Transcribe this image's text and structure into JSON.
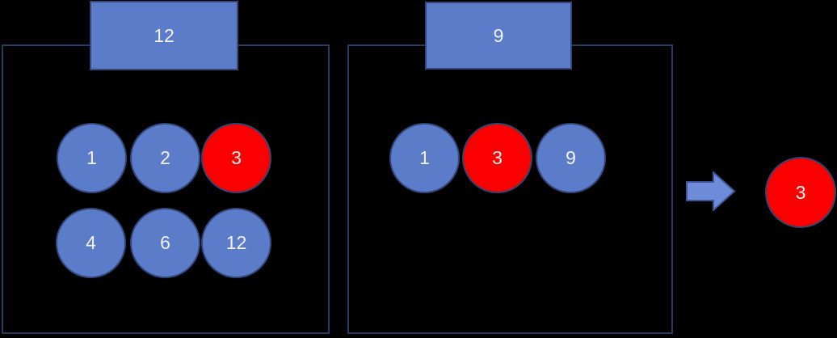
{
  "colors": {
    "canvas_bg": "#000000",
    "shape_fill": "#5B7CC9",
    "shape_border": "#35477D",
    "box_border": "#263C63",
    "highlight_fill": "#FB0000",
    "highlight_border": "#31456F",
    "arrow_fill": "#6E8BD9",
    "arrow_border": "#3F5493",
    "text_color": "#F2F2F2"
  },
  "left_set": {
    "label": "12",
    "circles": [
      {
        "value": "1",
        "color": "blue"
      },
      {
        "value": "2",
        "color": "blue"
      },
      {
        "value": "3",
        "color": "red"
      },
      {
        "value": "4",
        "color": "blue"
      },
      {
        "value": "6",
        "color": "blue"
      },
      {
        "value": "12",
        "color": "blue"
      }
    ]
  },
  "right_set": {
    "label": "9",
    "circles": [
      {
        "value": "1",
        "color": "blue"
      },
      {
        "value": "3",
        "color": "red"
      },
      {
        "value": "9",
        "color": "blue"
      }
    ]
  },
  "result": {
    "value": "3",
    "color": "red"
  }
}
